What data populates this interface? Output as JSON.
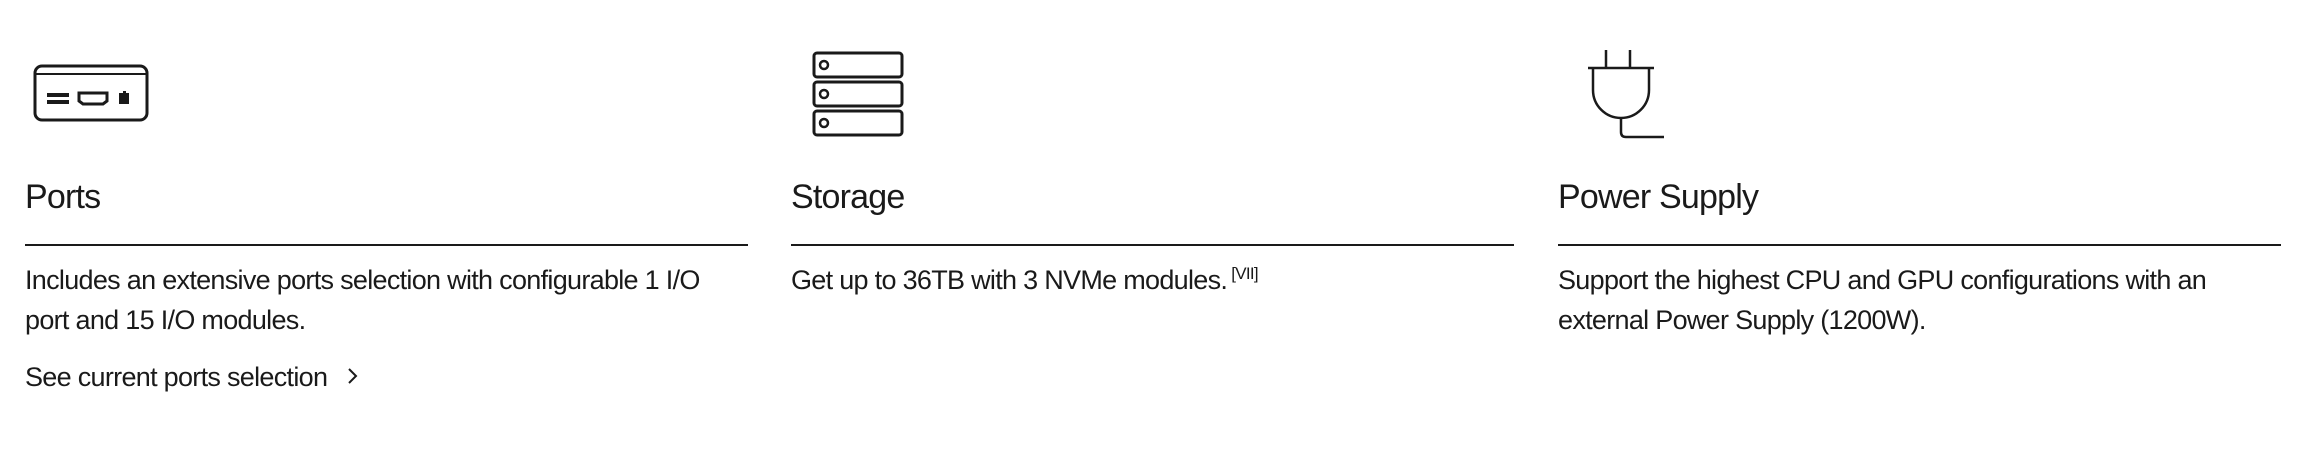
{
  "features": [
    {
      "icon": "ports-icon",
      "title": "Ports",
      "description": "Includes an extensive ports selection with configurable 1 I/O port and 15 I/O modules.",
      "link_label": "See current ports selection"
    },
    {
      "icon": "storage-icon",
      "title": "Storage",
      "description": "Get up to 36TB with 3 NVMe modules.",
      "footnote": "[VII]"
    },
    {
      "icon": "power-plug-icon",
      "title": "Power Supply",
      "description": "Support the highest CPU and GPU configurations with an external Power Supply (1200W)."
    }
  ]
}
